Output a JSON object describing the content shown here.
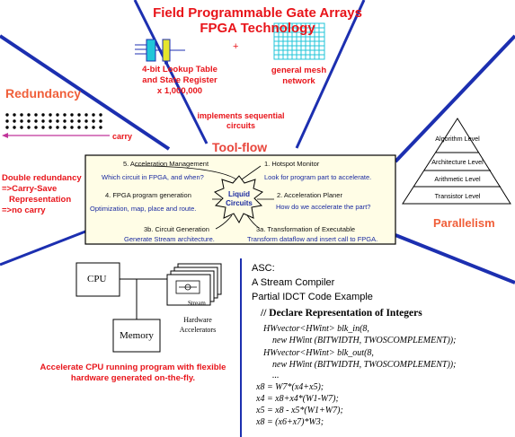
{
  "title": {
    "line1": "Field Programmable Gate Arrays",
    "line2": "FPGA Technology"
  },
  "top": {
    "lut_lines": [
      "4-bit Lookup Table",
      "and State Register",
      "x 1,000,000"
    ],
    "plus": "+",
    "mesh_lines": [
      "general mesh",
      "network"
    ]
  },
  "redundancy": {
    "title": "Redundancy",
    "carry": "carry",
    "double_lines": [
      "Double redundancy",
      "=>Carry-Save",
      "Representation",
      "=>no carry"
    ]
  },
  "toolflow": {
    "implements_lines": [
      "implements sequential",
      "circuits"
    ],
    "title": "Tool-flow",
    "center_lines": [
      "Liquid",
      "Circuits"
    ],
    "steps": [
      {
        "label": "5. Acceleration Management",
        "sub": "Which circuit in FPGA, and when?"
      },
      {
        "label": "1. Hotspot Monitor",
        "sub": "Look for program part to accelerate."
      },
      {
        "label": "4. FPGA program generation",
        "sub": "Optimization, map, place and route."
      },
      {
        "label": "2. Acceleration Planer",
        "sub": "How do we accelerate the part?"
      },
      {
        "label": "3b. Circuit Generation",
        "sub": "Generate Stream architecture."
      },
      {
        "label": "3a. Transformation of Executable",
        "sub": "Transform dataflow and insert call to FPGA."
      }
    ]
  },
  "parallelism": {
    "title": "Parallelism",
    "levels": [
      "Algorithm Level",
      "Architecture Level",
      "Arithmetic Level",
      "Transistor Level"
    ]
  },
  "hardware": {
    "cpu": "CPU",
    "memory": "Memory",
    "stream": "Stream",
    "accel_label_lines": [
      "Hardware",
      "Accelerators"
    ],
    "caption_lines": [
      "Accelerate CPU running program with flexible",
      "hardware generated on-the-fly."
    ]
  },
  "asc": {
    "lines": [
      "ASC:",
      "A Stream Compiler",
      "Partial IDCT Code Example"
    ],
    "comment": "// Declare Representation of Integers",
    "code": [
      "HWvector<HWint> blk_in(8,",
      "new HWint (BITWIDTH, TWOSCOMPLEMENT));",
      "HWvector<HWint> blk_out(8,",
      "new HWint (BITWIDTH, TWOSCOMPLEMENT));",
      "...",
      "x8 = W7*(x4+x5);",
      "x4 = x8+x4*(W1-W7);",
      "x5 = x8 - x5*(W1+W7);",
      "x8 = (x6+x7)*W3;"
    ]
  },
  "colors": {
    "title_red": "#e8141a",
    "orange_red": "#f05f3a",
    "navy": "#1a2aa0",
    "line_blue": "#1c2fb0",
    "mesh_cyan": "#21c6d8"
  }
}
